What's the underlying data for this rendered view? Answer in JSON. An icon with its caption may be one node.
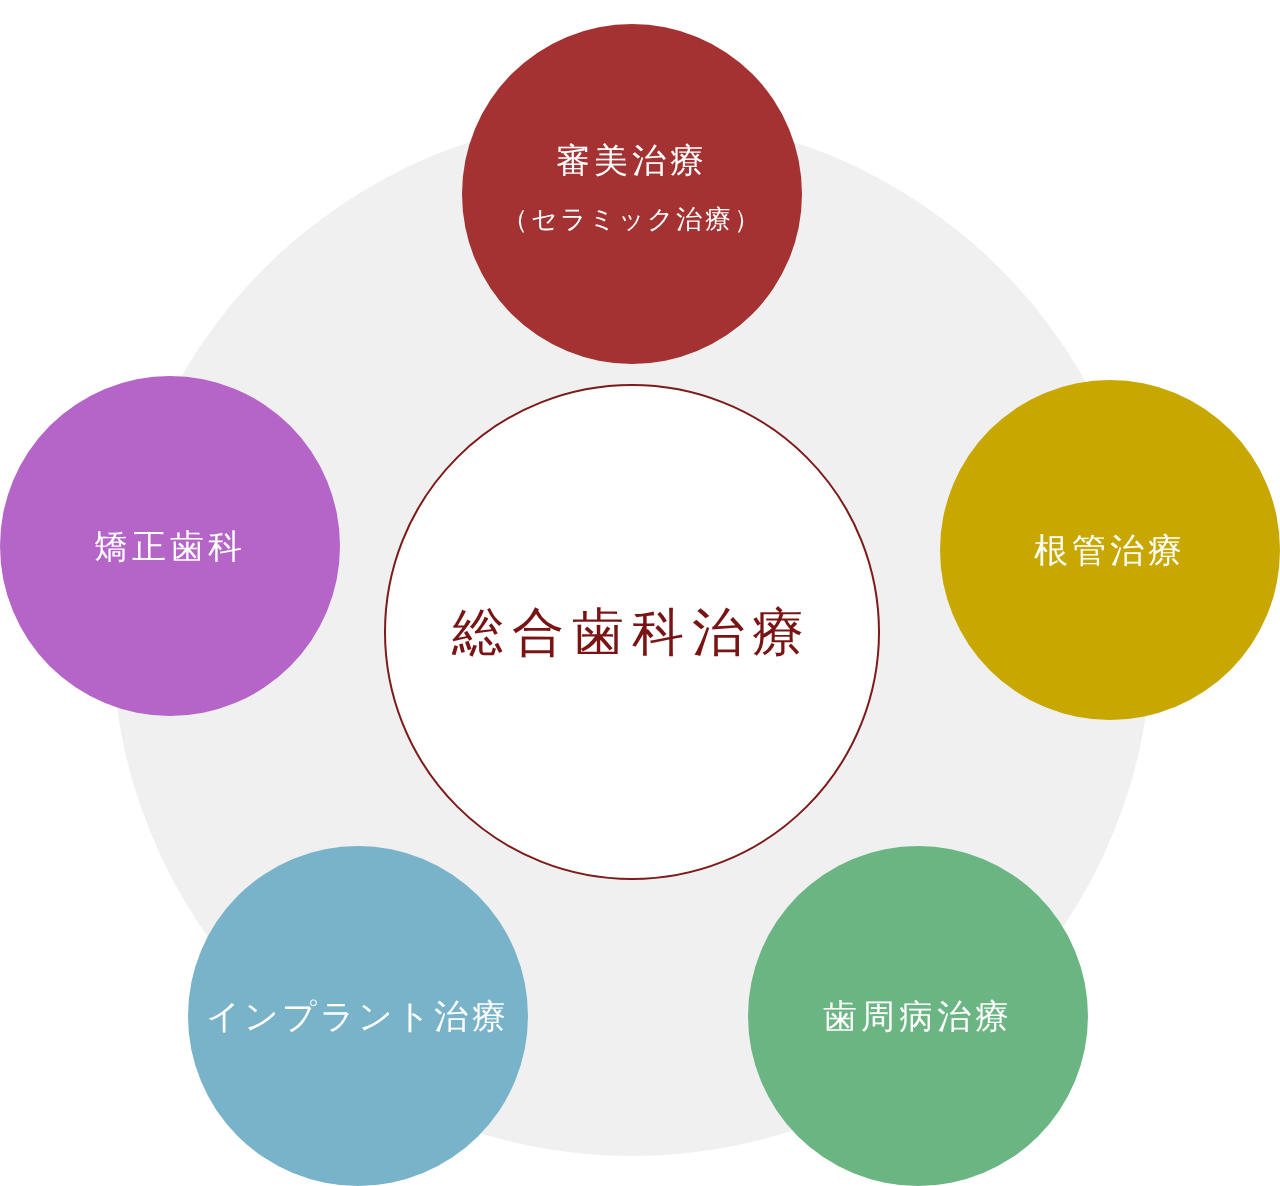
{
  "diagram": {
    "nodes": [
      {
        "text": [
          "総合歯科治療"
        ]
      },
      {
        "text": [
          "審美治療",
          "（セラミック治療）"
        ]
      },
      {
        "text": [
          "根管治療"
        ]
      },
      {
        "text": [
          "歯周病治療"
        ]
      },
      {
        "text": [
          "インプラント治療"
        ]
      },
      {
        "text": [
          "矯正歯科"
        ]
      }
    ]
  }
}
